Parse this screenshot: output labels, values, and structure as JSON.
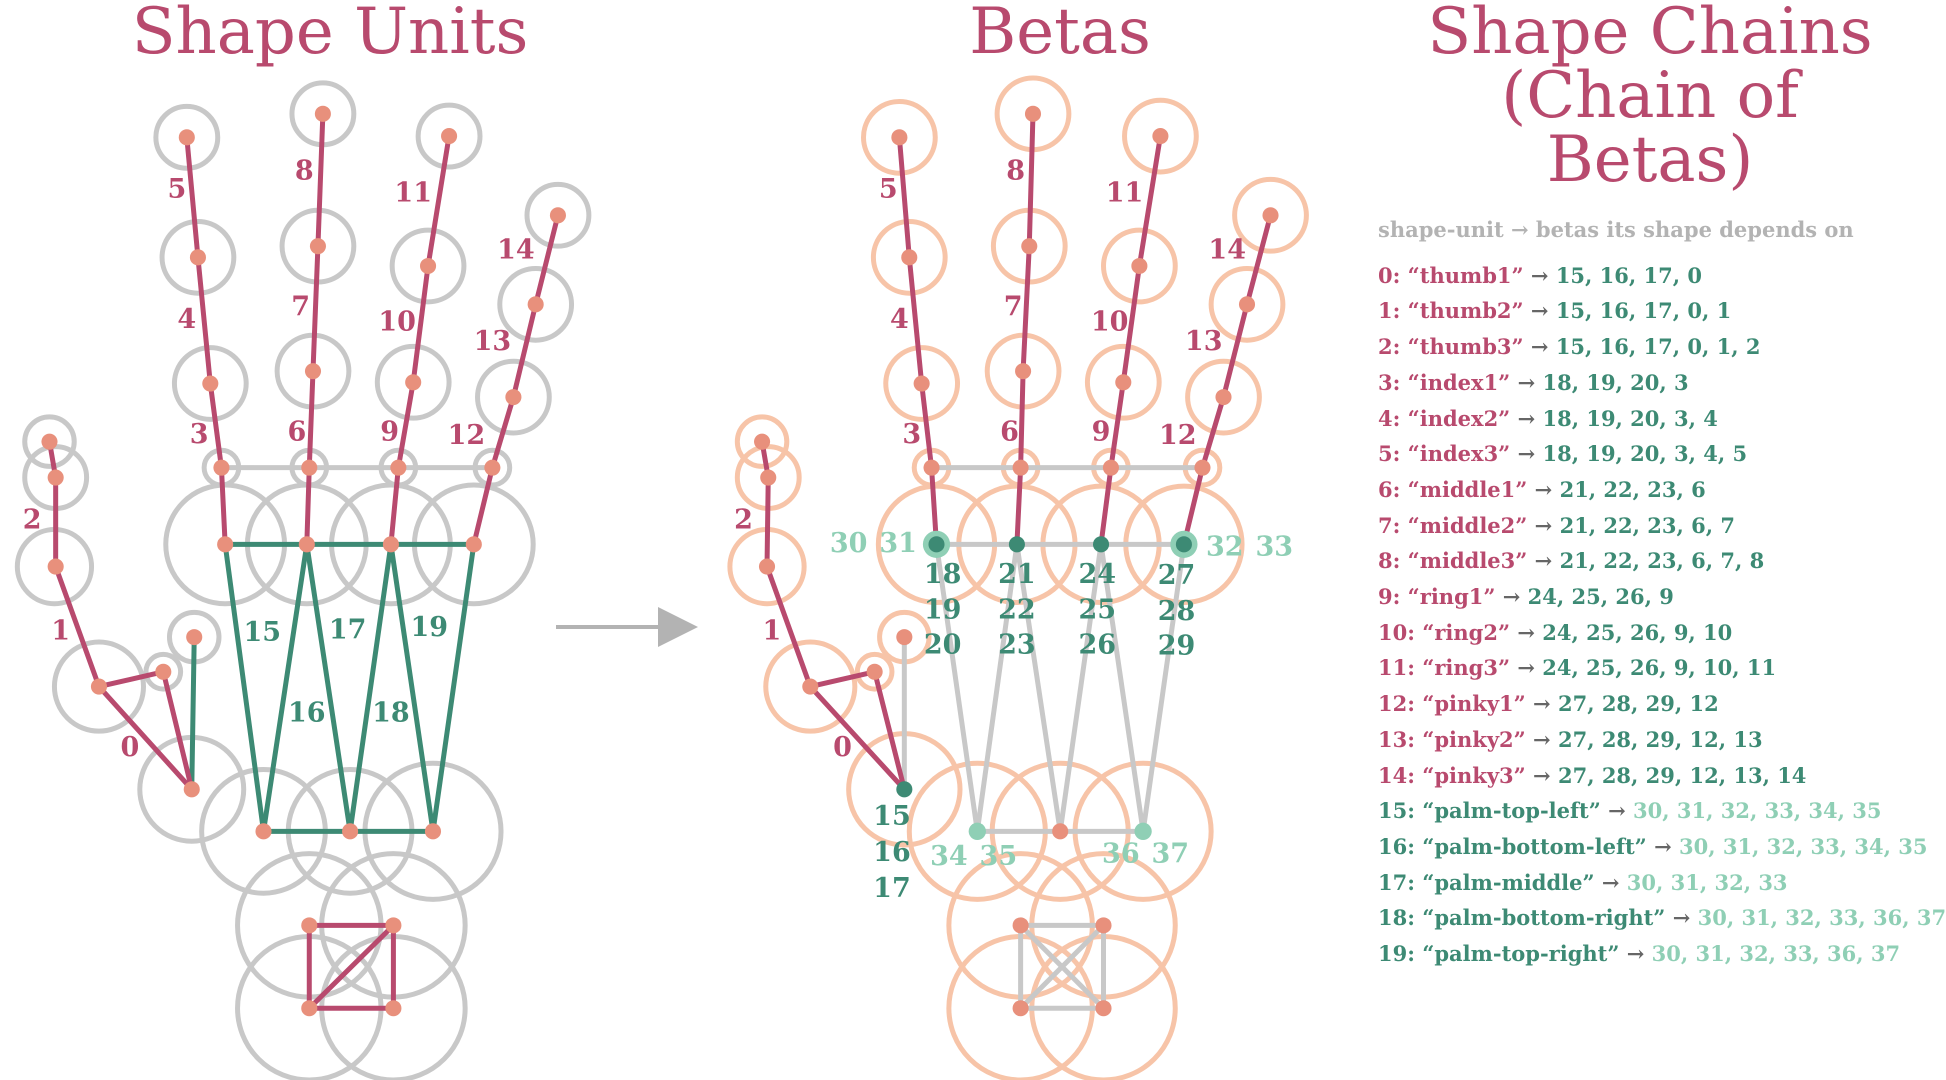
{
  "titles": {
    "left": "Shape Units",
    "middle": "Betas",
    "right_line1": "Shape Chains",
    "right_line2": "(Chain of Betas)"
  },
  "colors": {
    "pink": "#b84a6e",
    "teal": "#3d8a74",
    "light_teal": "#8fcfb5",
    "grey": "#c8c8c8",
    "peach": "#f7c4a8",
    "joint": "#e8907c",
    "legend_header": "#b3b3b3"
  },
  "left_unit_labels": [
    "0",
    "1",
    "2",
    "3",
    "4",
    "5",
    "6",
    "7",
    "8",
    "9",
    "10",
    "11",
    "12",
    "13",
    "14",
    "15",
    "16",
    "17",
    "18",
    "19"
  ],
  "beta_labels": [
    "0",
    "1",
    "2",
    "3",
    "4",
    "5",
    "6",
    "7",
    "8",
    "9",
    "10",
    "11",
    "12",
    "13",
    "14",
    "15",
    "16",
    "17",
    "18",
    "19",
    "20",
    "21",
    "22",
    "23",
    "24",
    "25",
    "26",
    "27",
    "28",
    "29",
    "30",
    "31",
    "32",
    "33",
    "34",
    "35",
    "36",
    "37"
  ],
  "legend": {
    "header": "shape-unit → betas its shape depends on",
    "rows": [
      {
        "label": "0: “thumb1”",
        "betas": "15, 16, 17, 0",
        "kind": "finger"
      },
      {
        "label": "1: “thumb2”",
        "betas": "15, 16, 17, 0, 1",
        "kind": "finger"
      },
      {
        "label": "2: “thumb3”",
        "betas": "15, 16, 17, 0, 1, 2",
        "kind": "finger"
      },
      {
        "label": "3: “index1”",
        "betas": "18, 19, 20, 3",
        "kind": "finger"
      },
      {
        "label": "4: “index2”",
        "betas": "18, 19, 20, 3, 4",
        "kind": "finger"
      },
      {
        "label": "5: “index3”",
        "betas": "18, 19, 20, 3, 4, 5",
        "kind": "finger"
      },
      {
        "label": "6: “middle1”",
        "betas": "21, 22, 23, 6",
        "kind": "finger"
      },
      {
        "label": "7: “middle2”",
        "betas": "21, 22, 23, 6, 7",
        "kind": "finger"
      },
      {
        "label": "8: “middle3”",
        "betas": "21, 22, 23, 6, 7, 8",
        "kind": "finger"
      },
      {
        "label": "9: “ring1”",
        "betas": "24, 25, 26, 9",
        "kind": "finger"
      },
      {
        "label": "10: “ring2”",
        "betas": "24, 25, 26, 9, 10",
        "kind": "finger"
      },
      {
        "label": "11: “ring3”",
        "betas": "24, 25, 26, 9, 10, 11",
        "kind": "finger"
      },
      {
        "label": "12: “pinky1”",
        "betas": "27, 28, 29, 12",
        "kind": "finger"
      },
      {
        "label": "13: “pinky2”",
        "betas": "27, 28, 29, 12, 13",
        "kind": "finger"
      },
      {
        "label": "14: “pinky3”",
        "betas": "27, 28, 29, 12, 13, 14",
        "kind": "finger"
      },
      {
        "label": "15: “palm-top-left”",
        "betas": "30, 31, 32, 33, 34, 35",
        "kind": "palm"
      },
      {
        "label": "16: “palm-bottom-left”",
        "betas": "30, 31, 32, 33, 34, 35",
        "kind": "palm"
      },
      {
        "label": "17: “palm-middle”",
        "betas": "30, 31, 32, 33",
        "kind": "palm"
      },
      {
        "label": "18: “palm-bottom-right”",
        "betas": "30, 31, 32, 33, 36, 37",
        "kind": "palm"
      },
      {
        "label": "19: “palm-top-right”",
        "betas": "30, 31, 32, 33, 36, 37",
        "kind": "palm"
      }
    ]
  }
}
